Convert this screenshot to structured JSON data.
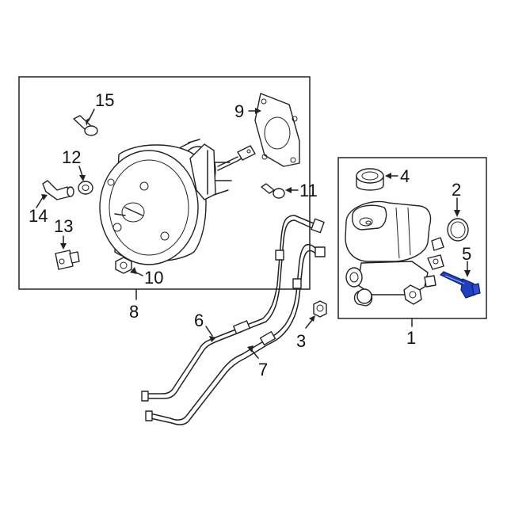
{
  "callouts": {
    "c1": "1",
    "c2": "2",
    "c3": "3",
    "c4": "4",
    "c5": "5",
    "c6": "6",
    "c7": "7",
    "c8": "8",
    "c9": "9",
    "c10": "10",
    "c11": "11",
    "c12": "12",
    "c13": "13",
    "c14": "14",
    "c15": "15"
  },
  "colors": {
    "line": "#222222",
    "highlight": "#1f3fbf",
    "background": "#ffffff"
  },
  "highlighted_part": "5"
}
